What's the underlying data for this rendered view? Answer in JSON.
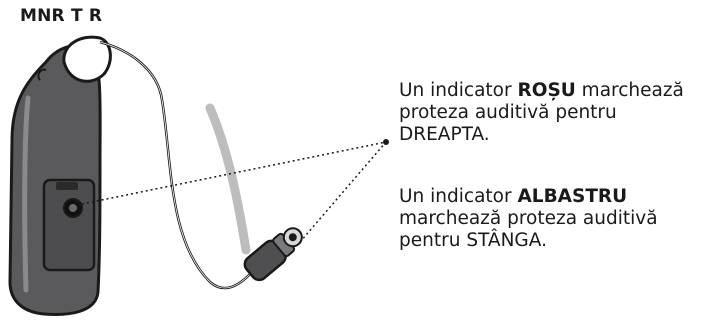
{
  "model_label": "MNR T R",
  "callouts": [
    {
      "prefix": "Un indicator ",
      "color_word": "ROȘU",
      "suffix": " marchează proteza auditivă pentru DREAPTA."
    },
    {
      "prefix": "Un indicator ",
      "color_word": "ALBASTRU",
      "suffix": " marchează proteza auditivă pentru STÂNGA."
    }
  ],
  "colors": {
    "body": "#58585a",
    "outline": "#1a1a1a",
    "tube": "#bdbdbd"
  }
}
